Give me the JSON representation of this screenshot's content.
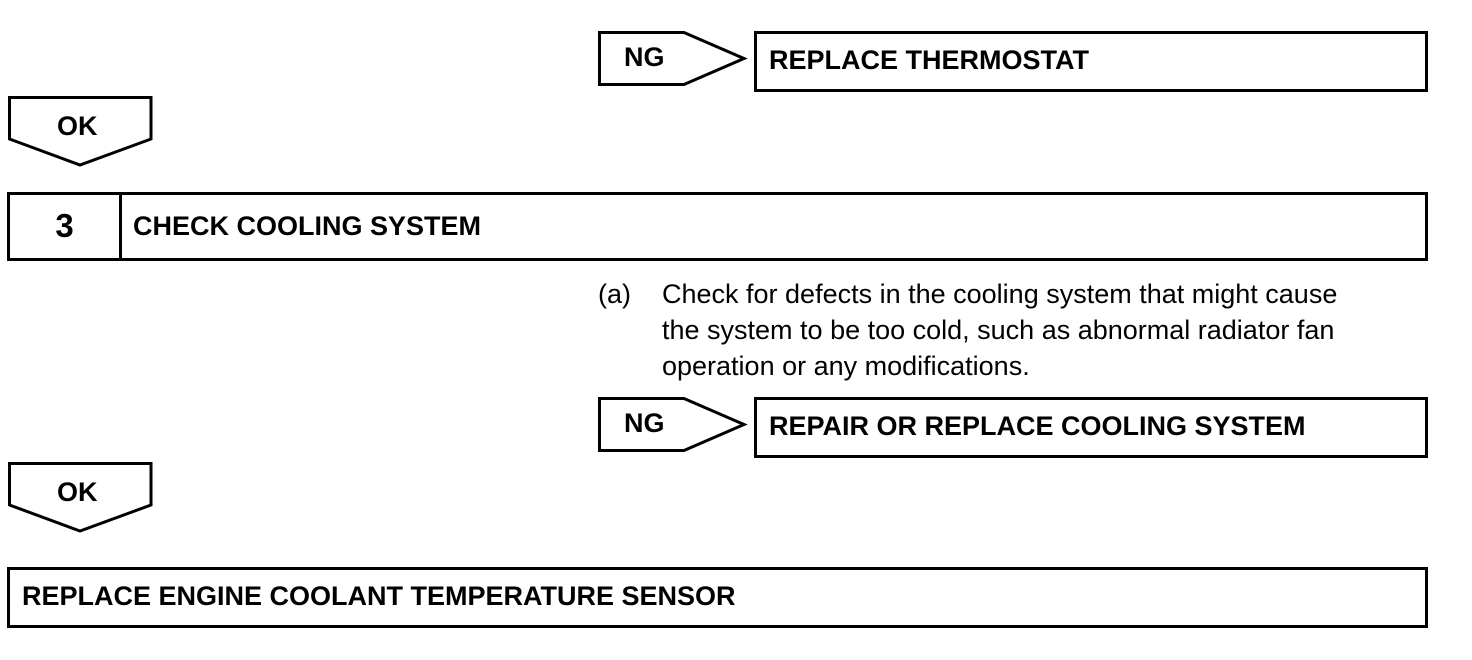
{
  "colors": {
    "line": "#000000",
    "background": "#ffffff"
  },
  "ng_label": "NG",
  "ok_label": "OK",
  "result_replace_thermostat": "REPLACE THERMOSTAT",
  "step": {
    "number": "3",
    "title": "CHECK COOLING SYSTEM",
    "instruction": {
      "marker": "(a)",
      "lines": [
        "Check for defects in the cooling system that might cause",
        "the system to be too cold, such as abnormal radiator fan",
        "operation or any modifications."
      ]
    }
  },
  "result_repair_cooling": "REPAIR OR REPLACE COOLING SYSTEM",
  "final_action": "REPLACE ENGINE COOLANT TEMPERATURE SENSOR"
}
